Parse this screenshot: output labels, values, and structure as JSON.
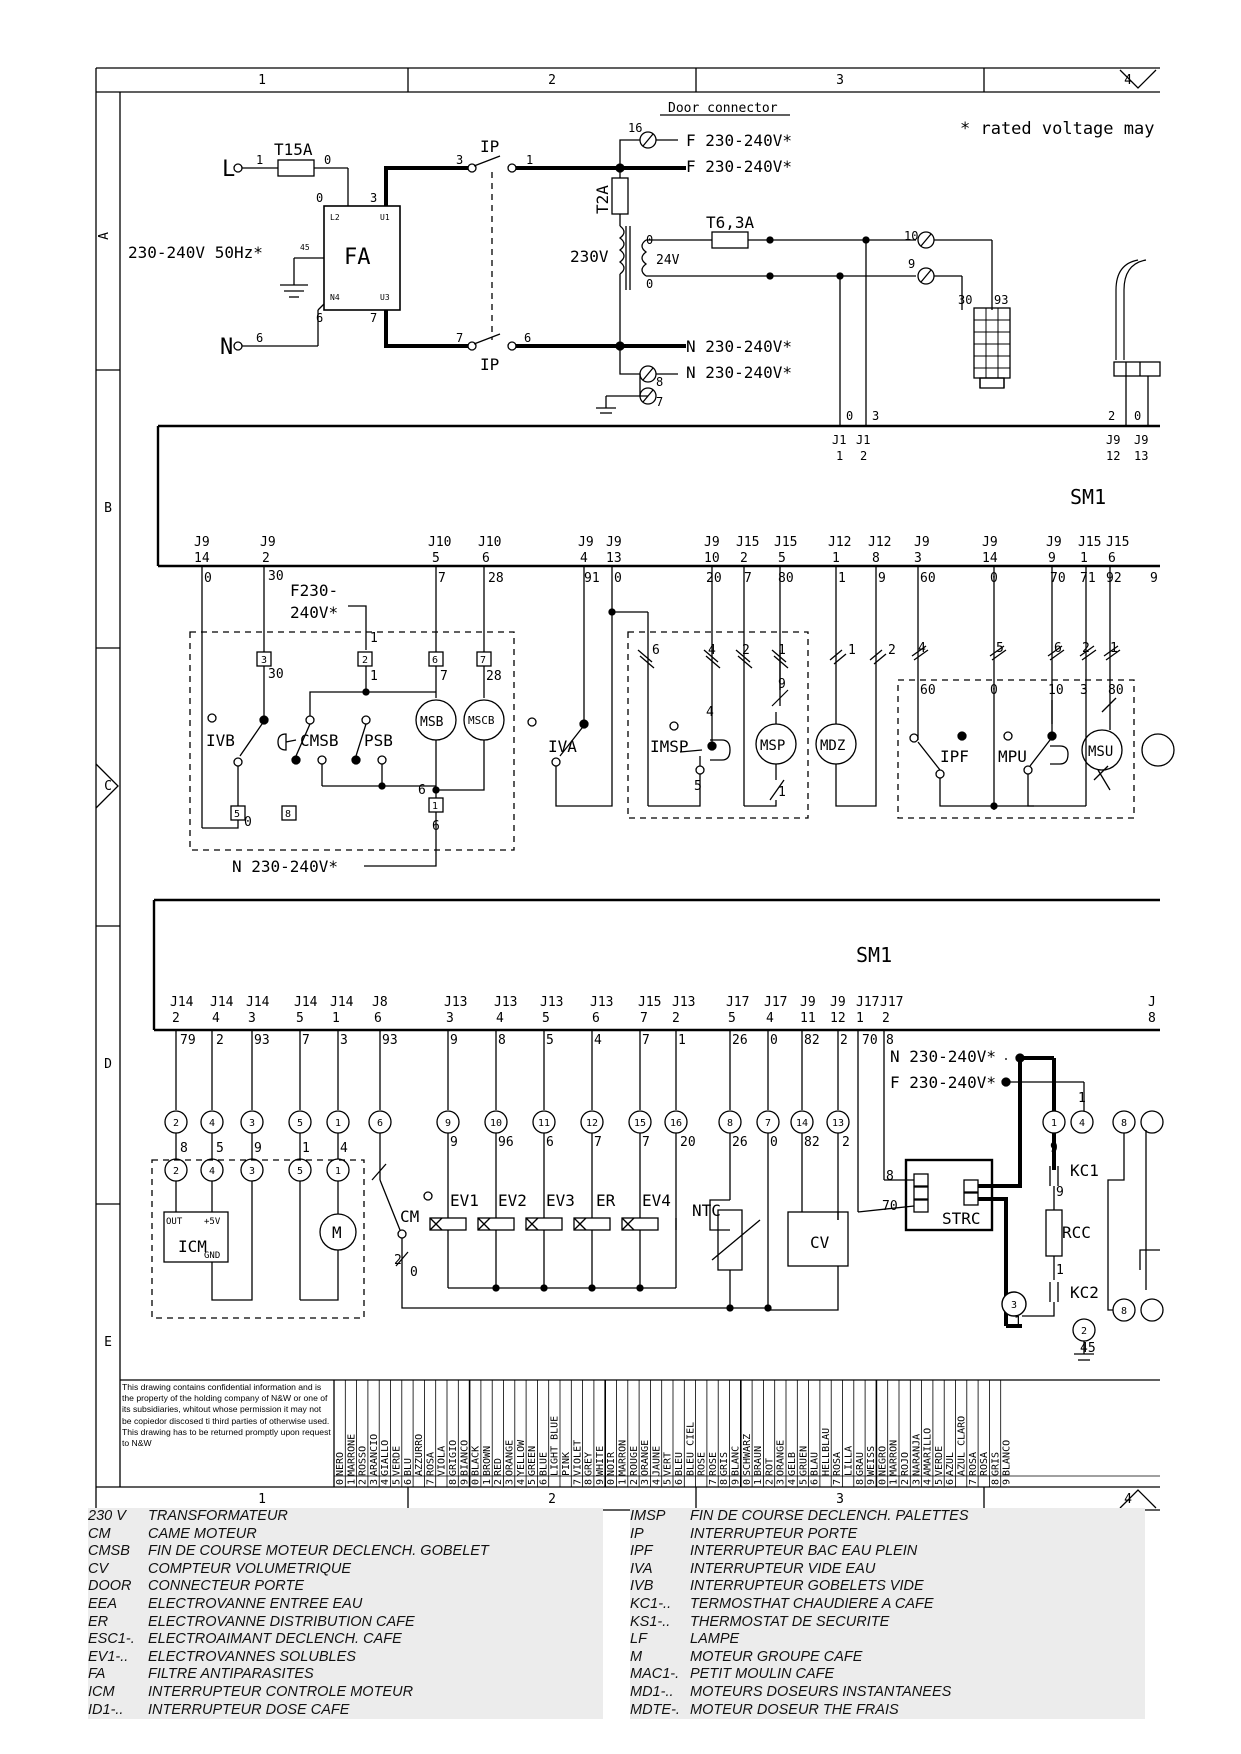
{
  "grid": {
    "columns": [
      "1",
      "2",
      "3",
      "4"
    ],
    "rows": [
      "A",
      "B",
      "C",
      "D",
      "E"
    ]
  },
  "top": {
    "door_connector": "Door connector",
    "rated_voltage_note": "* rated voltage may",
    "L": "L",
    "N": "N",
    "T15A": "T15A",
    "FA": "FA",
    "FA_L2": "L2",
    "FA_U1": "U1",
    "FA_N4": "N4",
    "FA_U3": "U3",
    "supply": "230-240V 50Hz*",
    "IP": "IP",
    "T2A": "T2A",
    "T6_3A": "T6,3A",
    "transformer_primary": "230V",
    "transformer_secondary": "24V",
    "F_1": "F 230-240V*",
    "F_2": "F 230-240V*",
    "N_1": "N 230-240V*",
    "N_2": "N 230-240V*"
  },
  "sm1": {
    "label": "SM1"
  },
  "c_section": {
    "F230": "F230-",
    "F230b": "240V*",
    "N230": "N 230-240V*",
    "components": [
      "IVB",
      "CMSB",
      "PSB",
      "MSB",
      "MSCB",
      "IVA",
      "IMSP",
      "MSP",
      "MDZ",
      "IPF",
      "MPU",
      "MSU"
    ]
  },
  "d_section": {
    "components": [
      "ICM",
      "CM",
      "EV1",
      "EV2",
      "EV3",
      "ER",
      "EV4",
      "NTC",
      "CV",
      "STRC",
      "KC1",
      "RCC",
      "KC2"
    ],
    "icm_out": "OUT",
    "icm_5v": "+5V",
    "icm_gnd": "GND",
    "M": "M",
    "N_line": "N 230-240V*",
    "F_line": "F 230-240V*"
  },
  "confidential": "This drawing contains confidential information and is the property of the holding company of N&W or one of its subsidiaries, whitout whose permission it may not be copiedor discosed ti third parties of otherwise used. This drawing has to be returned promptly upon request to N&W",
  "colors": [
    [
      "0",
      "NERO"
    ],
    [
      "1",
      "MARRONE"
    ],
    [
      "2",
      "ROSSO"
    ],
    [
      "3",
      "ARANCIO"
    ],
    [
      "4",
      "GIALLO"
    ],
    [
      "5",
      "VERDE"
    ],
    [
      "6",
      "BLU"
    ],
    [
      "",
      "AZZURRO"
    ],
    [
      "7",
      "ROSA"
    ],
    [
      "",
      "VIOLA"
    ],
    [
      "8",
      "GRIGIO"
    ],
    [
      "9",
      "BIANCO"
    ],
    [
      "0",
      "BLACK"
    ],
    [
      "1",
      "BROWN"
    ],
    [
      "2",
      "RED"
    ],
    [
      "3",
      "ORANGE"
    ],
    [
      "4",
      "YELLOW"
    ],
    [
      "5",
      "GREEN"
    ],
    [
      "6",
      "BLUE"
    ],
    [
      "",
      "LIGHT BLUE"
    ],
    [
      "",
      "PINK"
    ],
    [
      "7",
      "VIOLET"
    ],
    [
      "8",
      "GREY"
    ],
    [
      "9",
      "WHITE"
    ],
    [
      "0",
      "NOIR"
    ],
    [
      "1",
      "MARRON"
    ],
    [
      "2",
      "ROUGE"
    ],
    [
      "3",
      "ORANGE"
    ],
    [
      "4",
      "JAUNE"
    ],
    [
      "5",
      "VERT"
    ],
    [
      "6",
      "BLEU"
    ],
    [
      "",
      "BLEU CIEL"
    ],
    [
      "",
      "ROSE"
    ],
    [
      "7",
      "ROSE"
    ],
    [
      "8",
      "GRIS"
    ],
    [
      "9",
      "BLANC"
    ],
    [
      "0",
      "SCHWARZ"
    ],
    [
      "1",
      "BRAUN"
    ],
    [
      "2",
      "ROT"
    ],
    [
      "3",
      "ORANGE"
    ],
    [
      "4",
      "GELB"
    ],
    [
      "5",
      "GRUEN"
    ],
    [
      "6",
      "BLAU"
    ],
    [
      "",
      "HELLBLAU"
    ],
    [
      "7",
      "ROSA"
    ],
    [
      "",
      "LILLA"
    ],
    [
      "8",
      "GRAU"
    ],
    [
      "9",
      "WEISS"
    ],
    [
      "0",
      "NEGRO"
    ],
    [
      "1",
      "MARRON"
    ],
    [
      "2",
      "ROJO"
    ],
    [
      "3",
      "NARANJA"
    ],
    [
      "4",
      "AMARILLO"
    ],
    [
      "5",
      "VERDE"
    ],
    [
      "6",
      "AZUL"
    ],
    [
      "",
      "AZUL CLARO"
    ],
    [
      "7",
      "ROSA"
    ],
    [
      "",
      "ROSA"
    ],
    [
      "8",
      "GRIS"
    ],
    [
      "9",
      "BLANCO"
    ]
  ],
  "legend_left": [
    [
      "230 V",
      "TRANSFORMATEUR"
    ],
    [
      "CM",
      "CAME MOTEUR"
    ],
    [
      "CMSB",
      "FIN DE COURSE MOTEUR DECLENCH. GOBELET"
    ],
    [
      "CV",
      "COMPTEUR VOLUMETRIQUE"
    ],
    [
      "DOOR",
      "CONNECTEUR PORTE"
    ],
    [
      "EEA",
      "ELECTROVANNE ENTREE EAU"
    ],
    [
      "ER",
      "ELECTROVANNE DISTRIBUTION CAFE"
    ],
    [
      "ESC1-.",
      "ELECTROAIMANT DECLENCH. CAFE"
    ],
    [
      "EV1-..",
      "ELECTROVANNES SOLUBLES"
    ],
    [
      "FA",
      "FILTRE ANTIPARASITES"
    ],
    [
      "ICM",
      "INTERRUPTEUR CONTROLE MOTEUR"
    ],
    [
      "ID1-..",
      "INTERRUPTEUR DOSE CAFE"
    ]
  ],
  "legend_right": [
    [
      "IMSP",
      "FIN DE COURSE DECLENCH. PALETTES"
    ],
    [
      "IP",
      "INTERRUPTEUR PORTE"
    ],
    [
      "IPF",
      "INTERRUPTEUR BAC EAU PLEIN"
    ],
    [
      "IVA",
      "INTERRUPTEUR VIDE EAU"
    ],
    [
      "IVB",
      "INTERRUPTEUR GOBELETS VIDE"
    ],
    [
      "KC1-..",
      "TERMOSTHAT CHAUDIERE A CAFE"
    ],
    [
      "KS1-..",
      "THERMOSTAT DE SECURITE"
    ],
    [
      "LF",
      "LAMPE"
    ],
    [
      "M",
      "MOTEUR GROUPE CAFE"
    ],
    [
      "MAC1-.",
      "PETIT MOULIN CAFE"
    ],
    [
      "MD1-..",
      "MOTEURS DOSEURS INSTANTANEES"
    ],
    [
      "MDTE-.",
      "MOTEUR DOSEUR THE FRAIS"
    ]
  ]
}
